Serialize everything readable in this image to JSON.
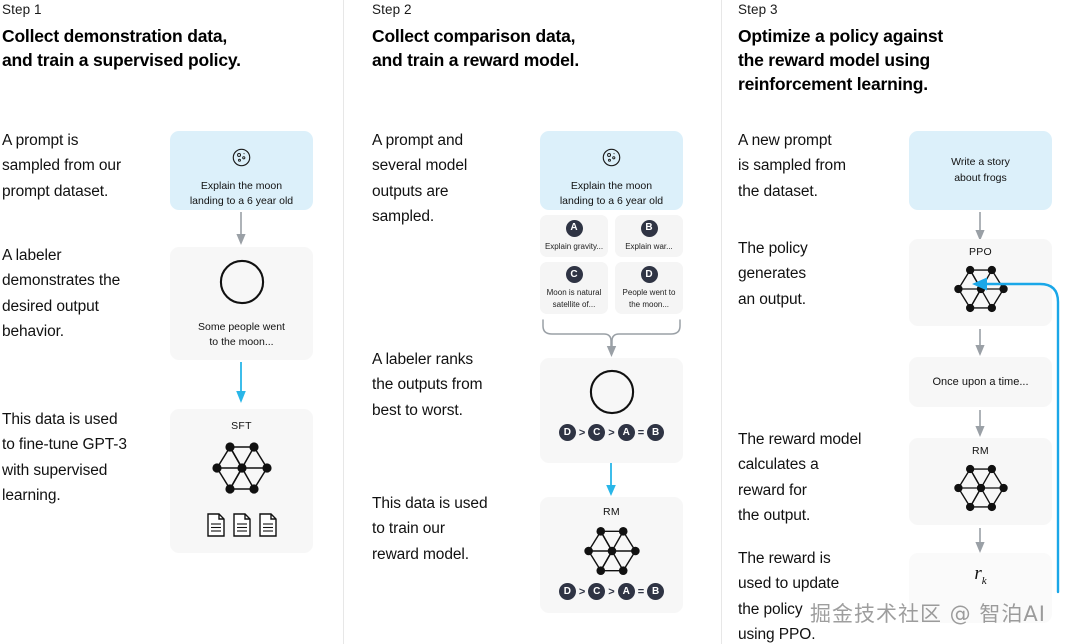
{
  "columns": [
    {
      "step_label": "Step 1",
      "title": "Collect demonstration data,\nand train a supervised policy.",
      "paragraphs": [
        "A prompt is\nsampled from our\nprompt dataset.",
        "A labeler\ndemonstrates the\ndesired output\nbehavior.",
        "This data is used\nto fine-tune GPT-3\nwith supervised\nlearning."
      ],
      "prompt_box": "Explain the moon\nlanding to a 6 year old",
      "labeler_output": "Some people went\nto the moon...",
      "model_label": "SFT"
    },
    {
      "step_label": "Step 2",
      "title": "Collect comparison data,\nand train a reward model.",
      "paragraphs": [
        "A prompt and\nseveral model\noutputs are\nsampled.",
        "A labeler ranks\nthe outputs from\nbest to worst.",
        "This data is used\nto train our\nreward model."
      ],
      "prompt_box": "Explain the moon\nlanding to a 6 year old",
      "outputs": [
        {
          "letter": "A",
          "text": "Explain gravity..."
        },
        {
          "letter": "B",
          "text": "Explain war..."
        },
        {
          "letter": "C",
          "text": "Moon is natural\nsatellite of..."
        },
        {
          "letter": "D",
          "text": "People went to\nthe moon..."
        }
      ],
      "ranking": [
        "D",
        ">",
        "C",
        ">",
        "A",
        "=",
        "B"
      ],
      "model_label": "RM"
    },
    {
      "step_label": "Step 3",
      "title": "Optimize a policy against\nthe reward model using\nreinforcement learning.",
      "paragraphs": [
        "A new prompt\nis sampled from\nthe dataset.",
        "The policy\ngenerates\nan output.",
        "The reward model\ncalculates a\nreward for\nthe output.",
        "The reward is\nused to update\nthe policy\nusing PPO."
      ],
      "prompt_box": "Write a story\nabout frogs",
      "policy_label": "PPO",
      "generated_output": "Once upon a time...",
      "reward_model_label": "RM",
      "reward_symbol": "r",
      "reward_subscript": "k"
    }
  ],
  "icons": {
    "moon": "moon-icon",
    "labeler": "labeler-person-icon",
    "network": "neural-network-icon",
    "documents": "document-stack-icon"
  },
  "colors": {
    "prompt_box_bg": "#dcf0fa",
    "panel_bg": "#f7f7f7",
    "arrow_blue": "#29b6e8",
    "arrow_gray": "#9aa0a6",
    "chip_bg": "#2f3444",
    "divider": "#e7e7e7"
  },
  "watermark": "掘金技术社区 @ 智泊AI"
}
